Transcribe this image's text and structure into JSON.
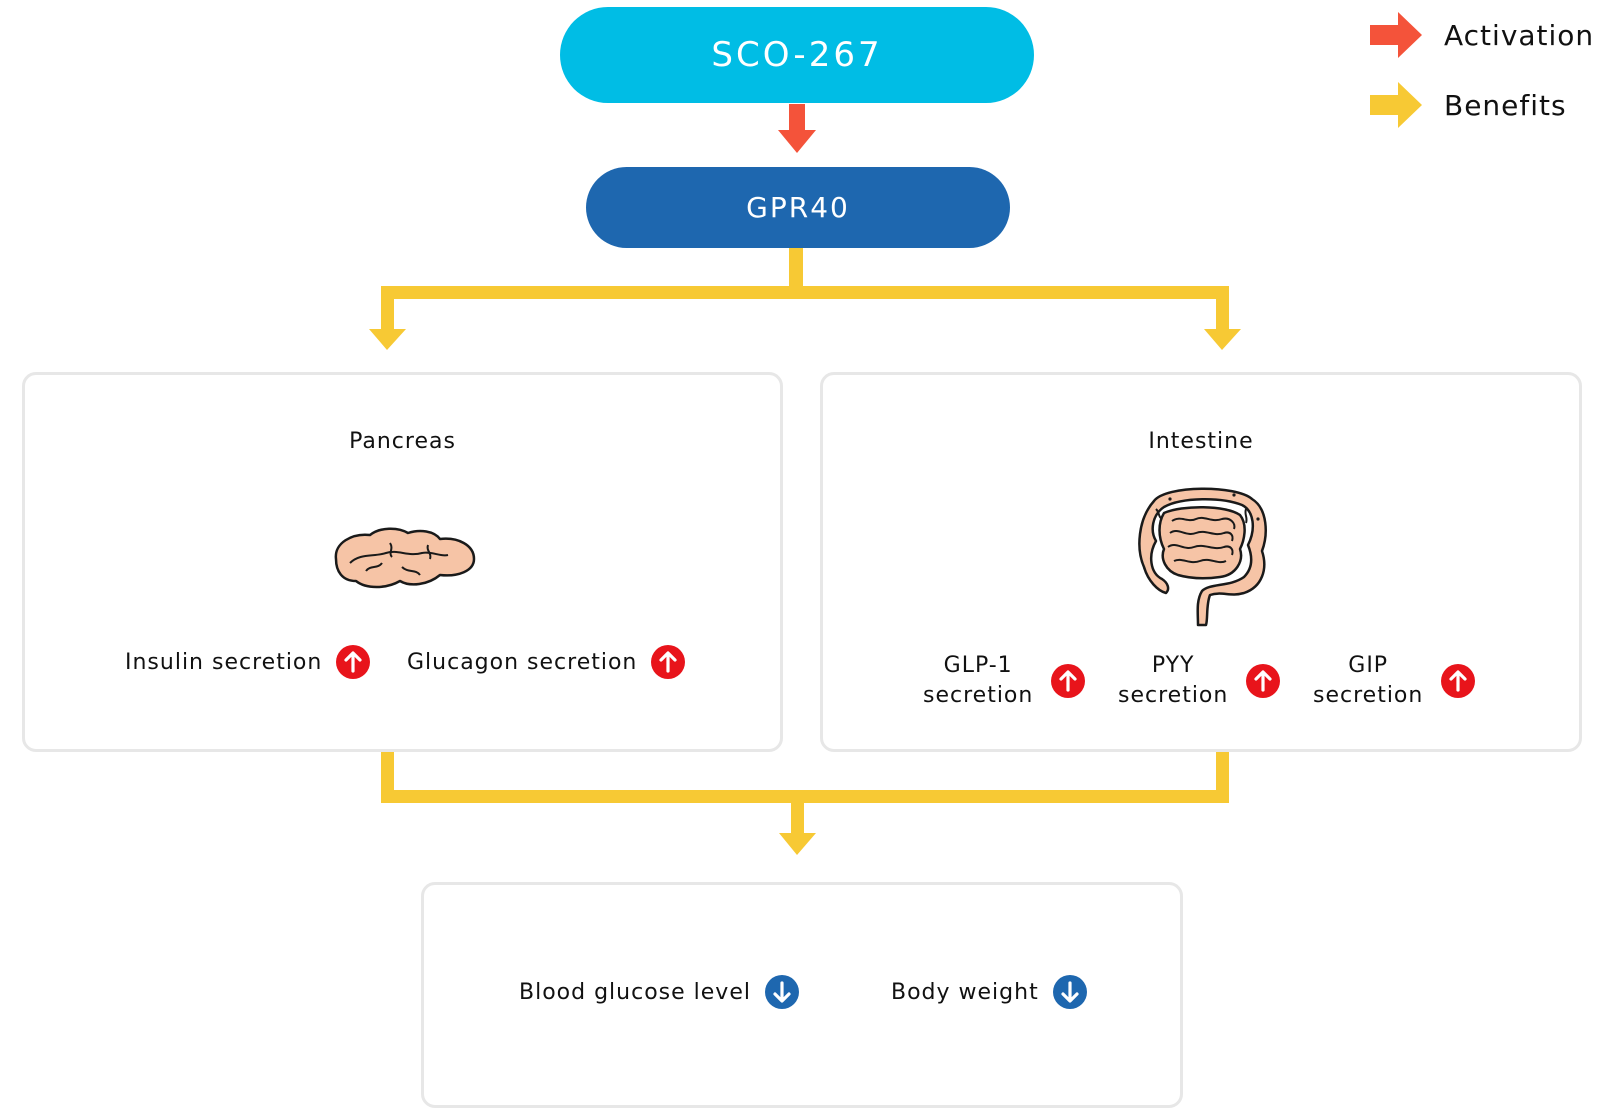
{
  "colors": {
    "drug_pill": "#00BDE5",
    "receptor_pill": "#1E67AF",
    "activation_arrow": "#F4533A",
    "benefits_arrow": "#F7C934",
    "increase_badge": "#E8141B",
    "decrease_badge": "#1E67AF",
    "organ_fill": "#F6C4A6",
    "panel_border": "#E7E7E7"
  },
  "legend": {
    "activation_label": "Activation",
    "benefits_label": "Benefits",
    "activation_icon": "orange-arrow-right-icon",
    "benefits_icon": "yellow-arrow-right-icon"
  },
  "drug": {
    "label": "SCO-267"
  },
  "receptor": {
    "label": "GPR40"
  },
  "pancreas": {
    "title": "Pancreas",
    "icon": "pancreas-icon",
    "effects": [
      {
        "label": "Insulin secretion",
        "direction": "increase"
      },
      {
        "label": "Glucagon secretion",
        "direction": "increase"
      }
    ]
  },
  "intestine": {
    "title": "Intestine",
    "icon": "intestine-icon",
    "effects": [
      {
        "line1": "GLP-1",
        "line2": "secretion",
        "direction": "increase"
      },
      {
        "line1": "PYY",
        "line2": "secretion",
        "direction": "increase"
      },
      {
        "line1": "GIP",
        "line2": "secretion",
        "direction": "increase"
      }
    ]
  },
  "outcomes": {
    "items": [
      {
        "label": "Blood glucose level",
        "direction": "decrease"
      },
      {
        "label": "Body weight",
        "direction": "decrease"
      }
    ]
  }
}
